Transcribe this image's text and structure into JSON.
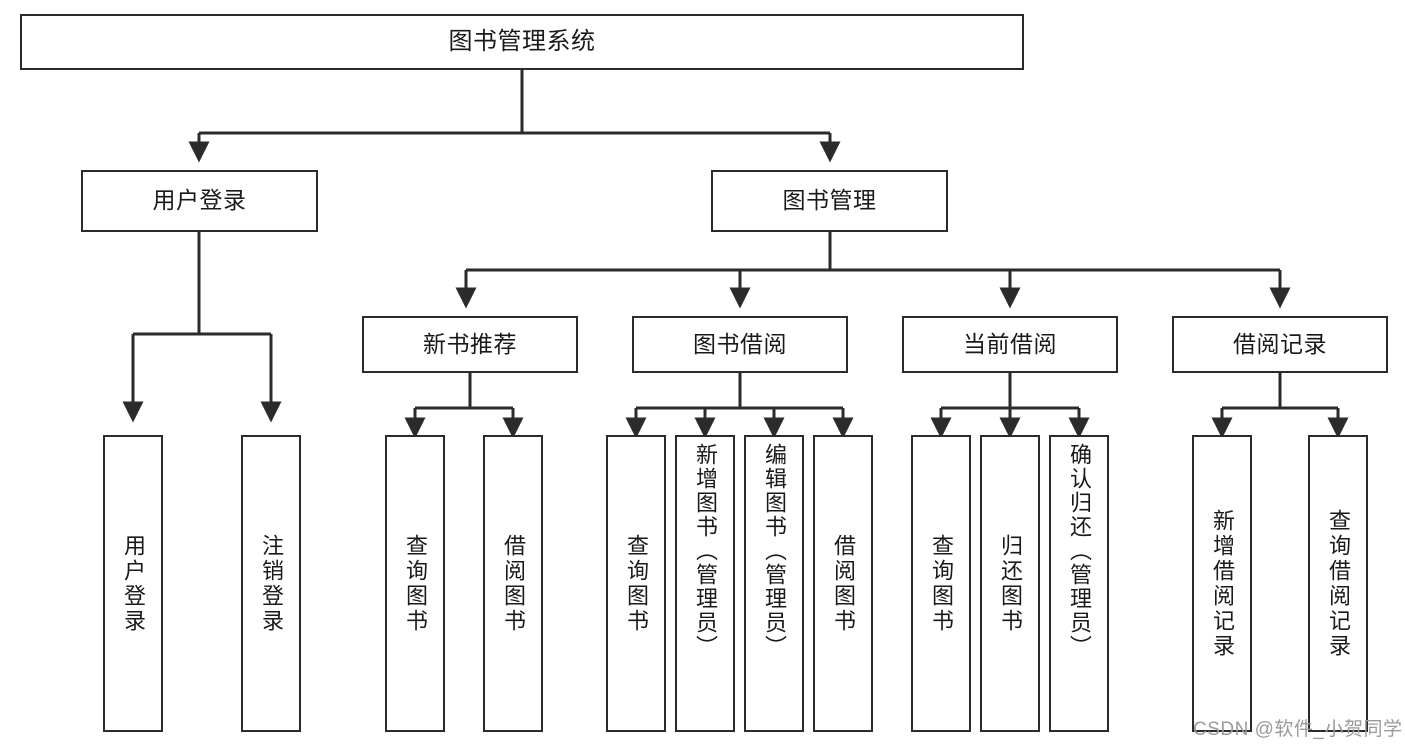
{
  "diagram": {
    "title": "图书管理系统",
    "type": "hierarchy-tree",
    "orientation": "top-down",
    "levels": 4,
    "colors": {
      "stroke": "#2b2b2b",
      "fill": "#ffffff",
      "text": "#1a1a1a",
      "watermark": "#9a9a9a"
    }
  },
  "watermark": "CSDN @软件_小贺同学",
  "nodes": {
    "root": {
      "label": "图书管理系统"
    },
    "level2": [
      {
        "label": "用户登录"
      },
      {
        "label": "图书管理"
      }
    ],
    "level3": [
      {
        "label": "新书推荐"
      },
      {
        "label": "图书借阅"
      },
      {
        "label": "当前借阅"
      },
      {
        "label": "借阅记录"
      }
    ],
    "leaves": {
      "user_login": [
        {
          "label": "用户登录"
        },
        {
          "label": "注销登录"
        }
      ],
      "new_book_recommend": [
        {
          "label": "查询图书"
        },
        {
          "label": "借阅图书"
        }
      ],
      "book_borrow": [
        {
          "label": "查询图书"
        },
        {
          "label": "新增图书（管理员）"
        },
        {
          "label": "编辑图书（管理员）"
        },
        {
          "label": "借阅图书"
        }
      ],
      "current_borrow": [
        {
          "label": "查询图书"
        },
        {
          "label": "归还图书"
        },
        {
          "label": "确认归还（管理员）"
        }
      ],
      "borrow_record": [
        {
          "label": "新增借阅记录"
        },
        {
          "label": "查询借阅记录"
        }
      ]
    }
  },
  "edges": {
    "count": 17,
    "style": "orthogonal-with-arrowheads"
  }
}
